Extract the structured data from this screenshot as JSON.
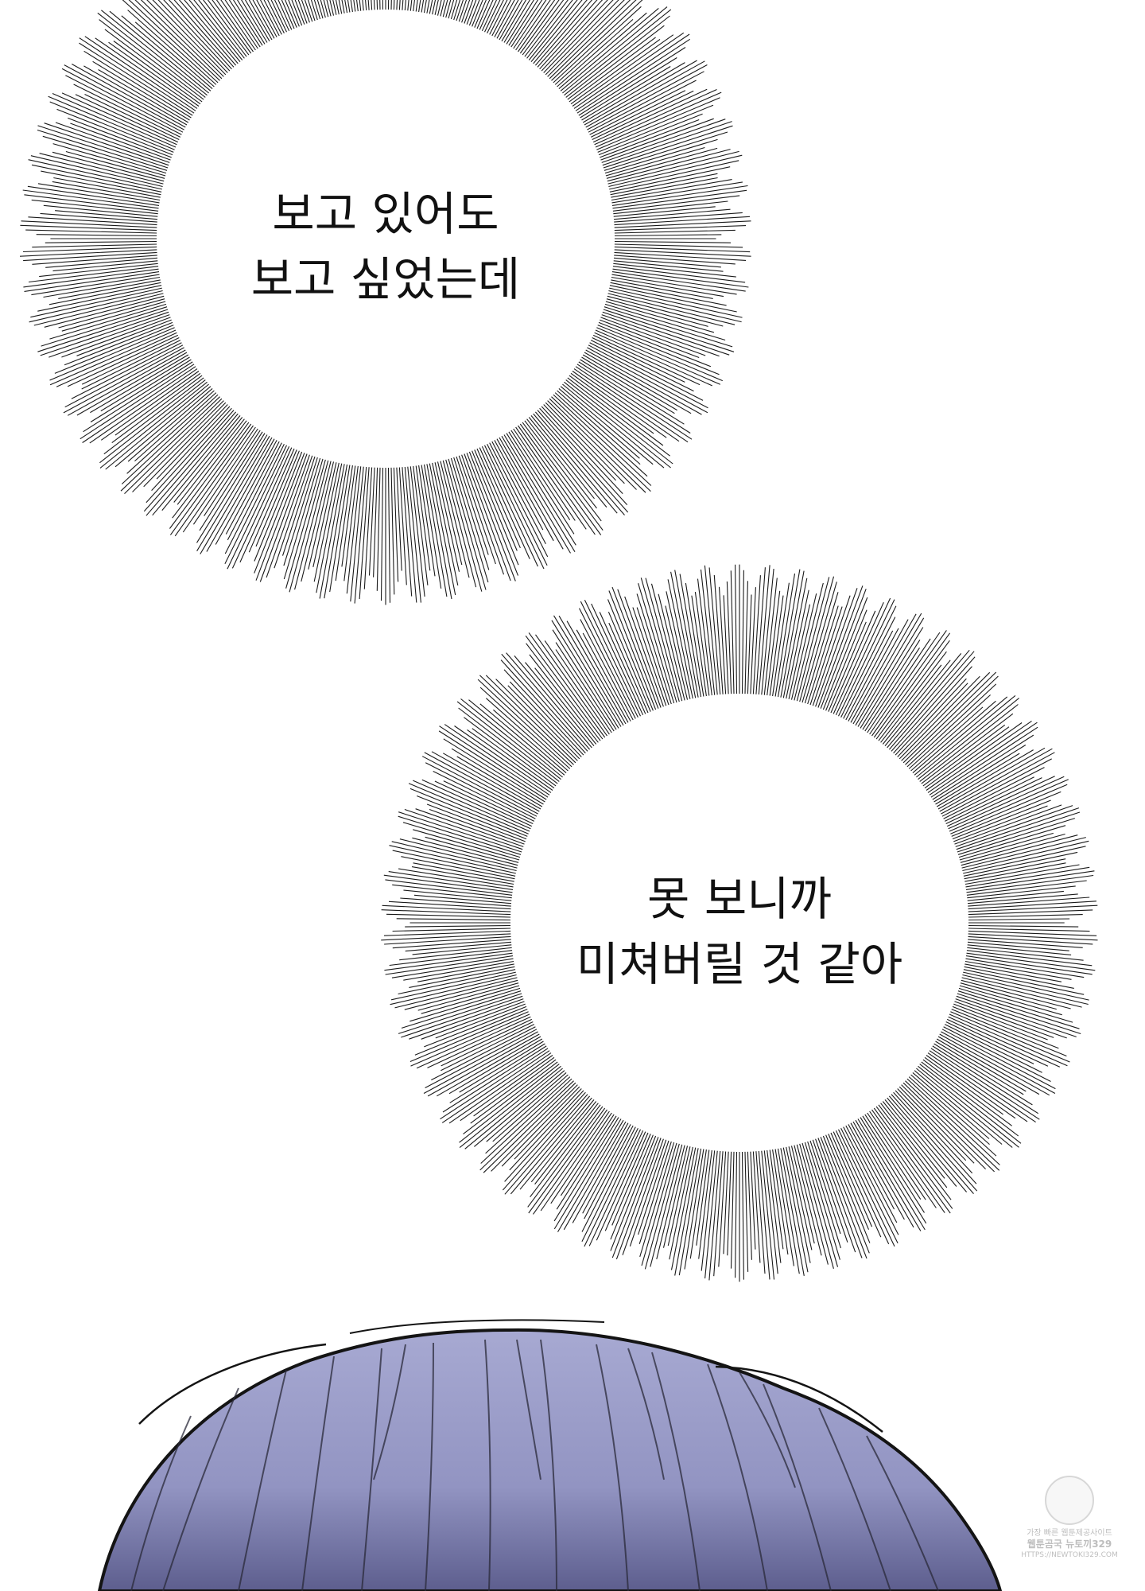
{
  "bubbles": [
    {
      "lines": [
        "보고 있어도",
        "보고 싶었는데"
      ]
    },
    {
      "lines": [
        "못 보니까",
        "미쳐버릴 것 같아"
      ]
    }
  ],
  "watermark": {
    "line1": "가장 빠른 웹툰제공사이트",
    "line2": "웹툰곰국 뉴토끼329",
    "line3": "HTTPS://NEWTOKI329.COM"
  },
  "colors": {
    "background": "#ffffff",
    "ink": "#111111",
    "hair": "#9b9dc6",
    "hair_dark": "#5f6090"
  }
}
